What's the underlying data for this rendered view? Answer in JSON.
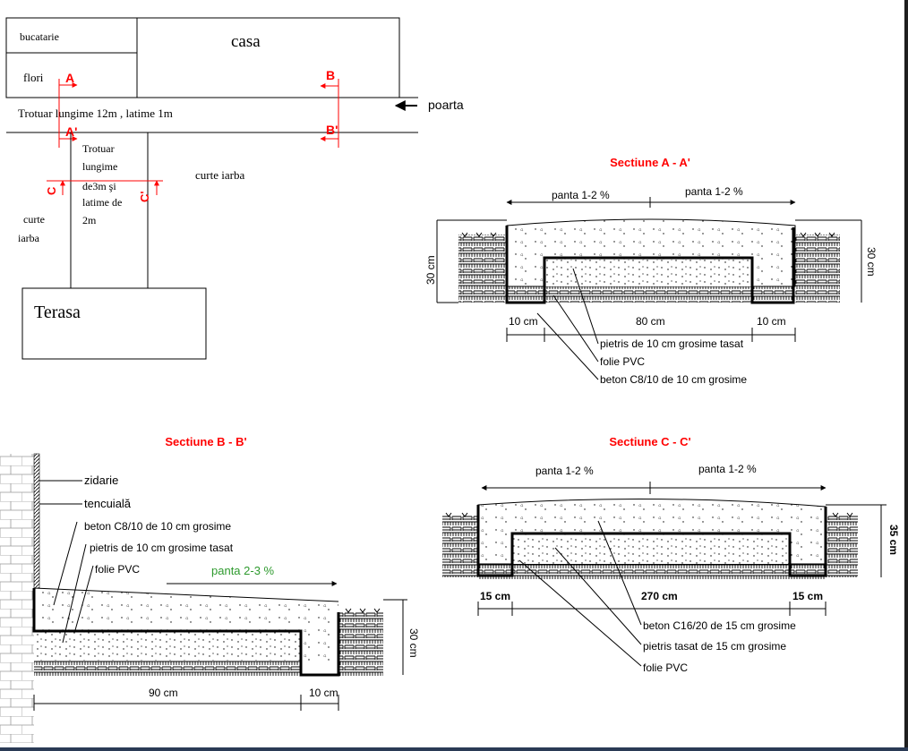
{
  "plan": {
    "bucatarie": "bucatarie",
    "casa": "casa",
    "flori": "flori",
    "mark_a": "A",
    "mark_b": "B",
    "mark_a2": "A'",
    "mark_b2": "B'",
    "mark_c": "C",
    "mark_c2": "C'",
    "poarta": "poarta",
    "trotuar_main": "Trotuar lungime 12m , latime 1m",
    "trotuar_small": [
      "Trotuar",
      "lungime",
      "de3m şi",
      "latime de",
      "2m"
    ],
    "curte_iarba_right": "curte  iarba",
    "curte_iarba_left": [
      "curte",
      "iarba"
    ],
    "terasa": "Terasa"
  },
  "section_a": {
    "title": "Sectiune A - A'",
    "slope_left": "panta 1-2 %",
    "slope_right": "panta 1-2 %",
    "height_left": "30 cm",
    "height_right": "30 cm",
    "dim_left": "10 cm",
    "dim_mid": "80 cm",
    "dim_right": "10 cm",
    "note_1": "pietris de 10 cm grosime  tasat",
    "note_2": "folie PVC",
    "note_3": "beton C8/10  de 10 cm grosime"
  },
  "section_b": {
    "title": "Sectiune B - B'",
    "zidarie": "zidarie",
    "tencuiala": "tencuială",
    "note_1": "beton C8/10  de 10 cm grosime",
    "note_2": "pietris de 10 cm grosime  tasat",
    "note_3": "folie PVC",
    "slope": "panta 2-3 %",
    "height": "30 cm",
    "dim_left": "90 cm",
    "dim_right": "10 cm"
  },
  "section_c": {
    "title": "Sectiune C - C'",
    "slope_left": "panta 1-2 %",
    "slope_right": "panta 1-2 %",
    "height": "35 cm",
    "dim_left": "15 cm",
    "dim_mid": "270 cm",
    "dim_right": "15 cm",
    "note_1": "beton C16/20 de 15 cm grosime",
    "note_2": "pietris tasat de 15 cm grosime",
    "note_3": "folie PVC"
  },
  "colors": {
    "ink": "#000000",
    "red": "#ff0000",
    "green": "#2e9a2e",
    "concrete": "#f2f2f2"
  }
}
